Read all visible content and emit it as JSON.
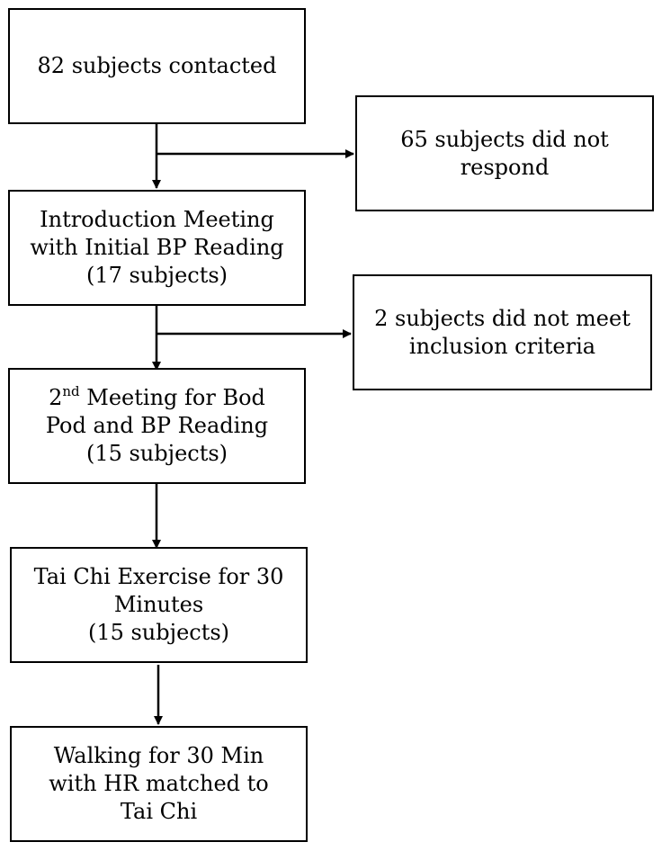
{
  "colors": {
    "stroke": "#000000",
    "background": "#ffffff"
  },
  "boxes": {
    "contacted": {
      "line1": "82 subjects contacted"
    },
    "no_response": {
      "line1": "65 subjects did not",
      "line2": "respond"
    },
    "intro_meeting": {
      "line1": "Introduction Meeting",
      "line2": "with Initial BP Reading",
      "line3": "(17 subjects)"
    },
    "excluded": {
      "line1": "2 subjects did not meet",
      "line2": "inclusion criteria"
    },
    "second_meeting": {
      "ordinal_number": "2",
      "ordinal_suffix": "nd",
      "line1_rest": " Meeting for Bod",
      "line2": "Pod and BP Reading",
      "line3": "(15 subjects)"
    },
    "tai_chi": {
      "line1": "Tai Chi Exercise for 30",
      "line2": "Minutes",
      "line3": "(15 subjects)"
    },
    "walking": {
      "line1": "Walking for 30 Min",
      "line2": "with HR matched to",
      "line3": "Tai Chi"
    }
  }
}
